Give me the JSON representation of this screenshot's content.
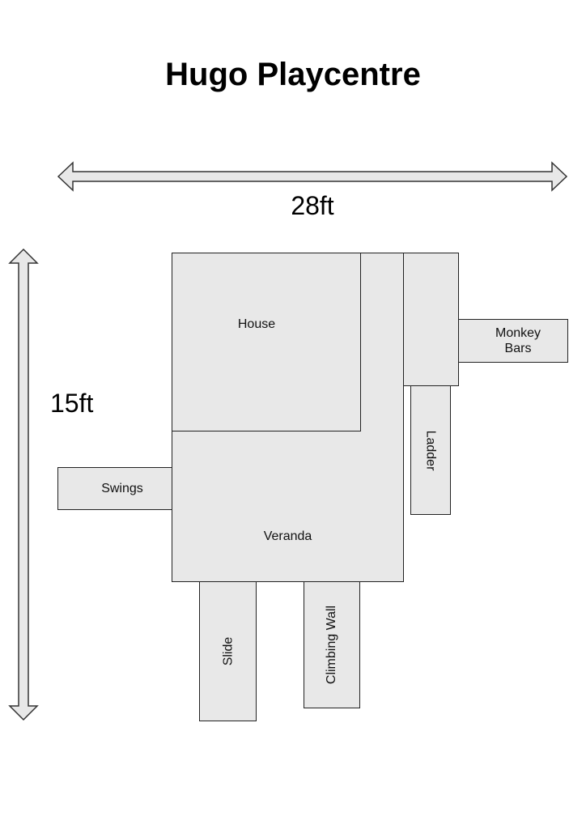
{
  "title": "Hugo Playcentre",
  "dimensions": {
    "width_label": "28ft",
    "height_label": "15ft"
  },
  "areas": {
    "house": "House",
    "veranda": "Veranda",
    "swings": "Swings",
    "slide": "Slide",
    "climbing_wall": "Climbing Wall",
    "ladder": "Ladder",
    "monkey_bars": "Monkey\nBars"
  },
  "colors": {
    "fill": "#e8e8e8",
    "stroke": "#222222"
  }
}
